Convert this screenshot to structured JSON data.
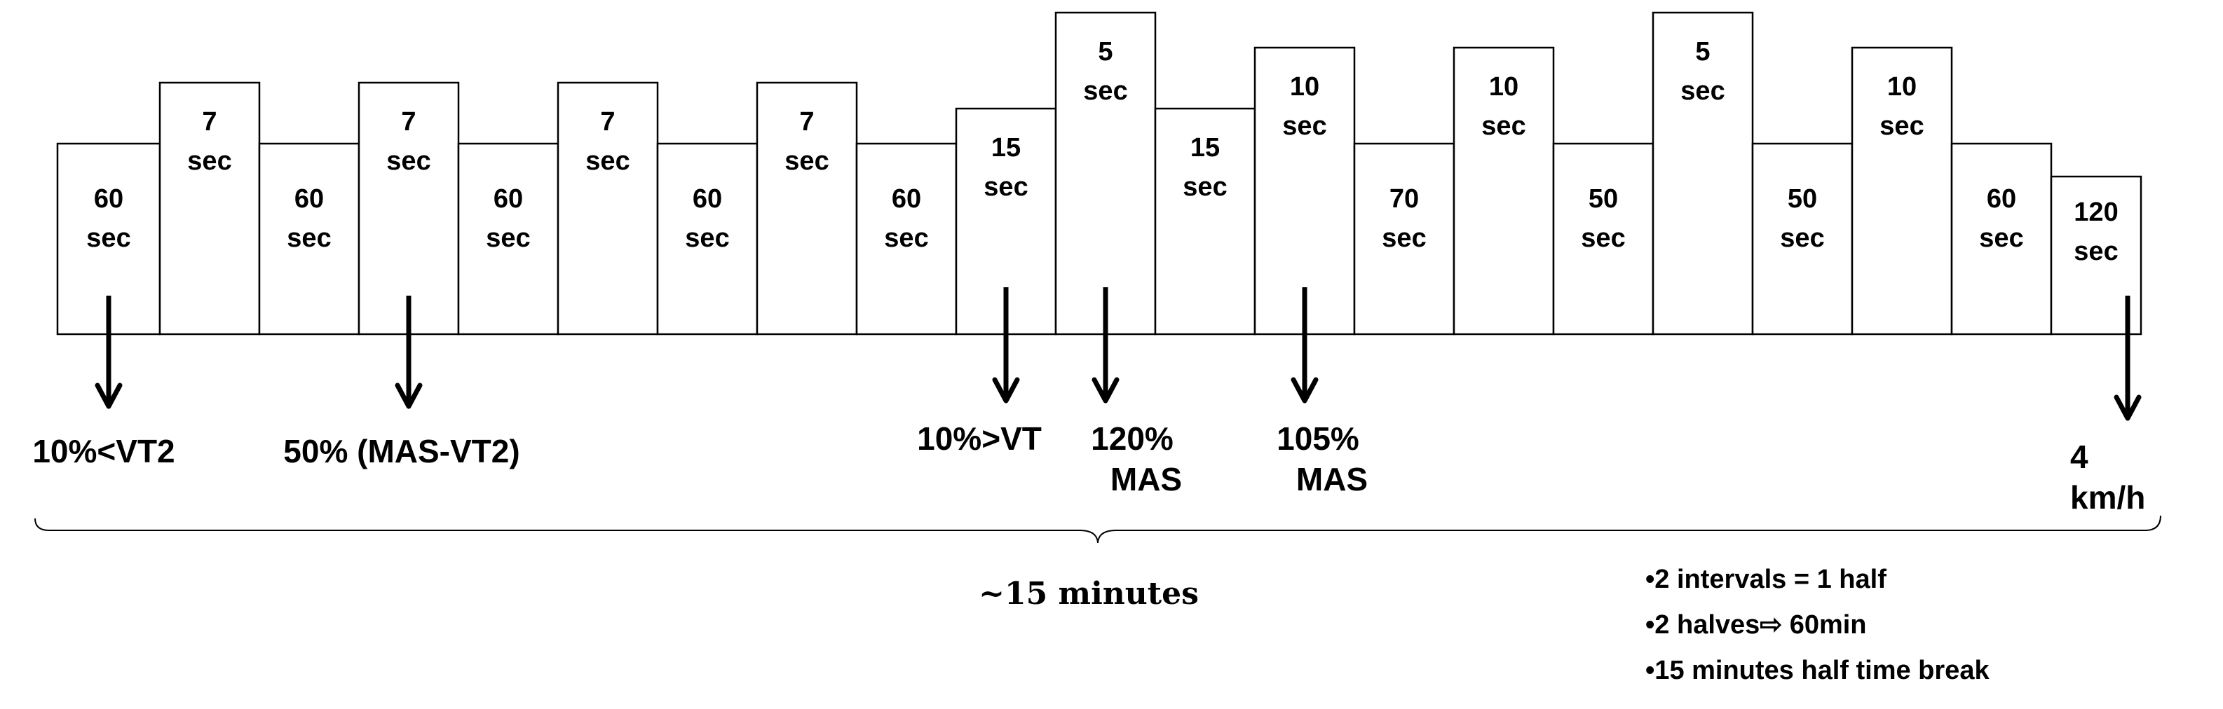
{
  "intervals": [
    {
      "value": "60",
      "unit": "sec",
      "level": 2
    },
    {
      "value": "7",
      "unit": "sec",
      "level": 3
    },
    {
      "value": "60",
      "unit": "sec",
      "level": 2
    },
    {
      "value": "7",
      "unit": "sec",
      "level": 3
    },
    {
      "value": "60",
      "unit": "sec",
      "level": 2
    },
    {
      "value": "7",
      "unit": "sec",
      "level": 3
    },
    {
      "value": "60",
      "unit": "sec",
      "level": 2
    },
    {
      "value": "7",
      "unit": "sec",
      "level": 3
    },
    {
      "value": "60",
      "unit": "sec",
      "level": 2
    },
    {
      "value": "15",
      "unit": "sec",
      "level": 2.5
    },
    {
      "value": "5",
      "unit": "sec",
      "level": 4
    },
    {
      "value": "15",
      "unit": "sec",
      "level": 2.5
    },
    {
      "value": "10",
      "unit": "sec",
      "level": 3.5
    },
    {
      "value": "70",
      "unit": "sec",
      "level": 2
    },
    {
      "value": "10",
      "unit": "sec",
      "level": 3.5
    },
    {
      "value": "50",
      "unit": "sec",
      "level": 2
    },
    {
      "value": "5",
      "unit": "sec",
      "level": 4
    },
    {
      "value": "50",
      "unit": "sec",
      "level": 2
    },
    {
      "value": "10",
      "unit": "sec",
      "level": 3.5
    },
    {
      "value": "60",
      "unit": "sec",
      "level": 2
    },
    {
      "value": "120",
      "unit": "sec",
      "level": 1
    }
  ],
  "intensity_labels": [
    {
      "box_index": 0,
      "lines": [
        "10%<VT2"
      ]
    },
    {
      "box_index": 3,
      "lines": [
        "50% (MAS-VT2)"
      ]
    },
    {
      "box_index": 9,
      "lines": [
        "10%>VT"
      ]
    },
    {
      "box_index": 10,
      "lines": [
        "120%",
        "MAS"
      ]
    },
    {
      "box_index": 12,
      "lines": [
        "105%",
        "MAS"
      ]
    },
    {
      "box_index": 20,
      "lines": [
        "4",
        "km/h"
      ]
    }
  ],
  "duration_label": "~15 minutes",
  "notes": [
    "•2 intervals = 1 half",
    "•2 halves⇨ 60min",
    "•15 minutes half time break"
  ]
}
